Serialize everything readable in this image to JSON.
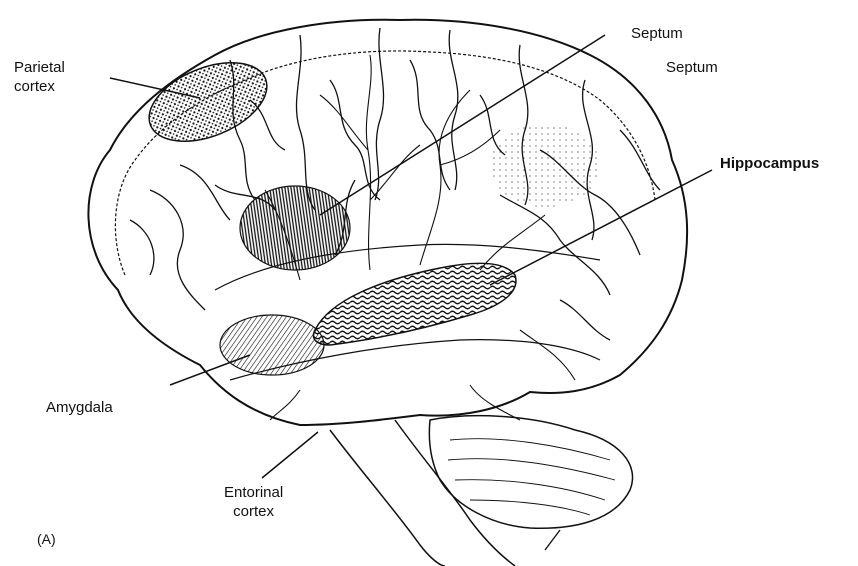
{
  "figure": {
    "panel_label": "(A)",
    "labels": {
      "parietal_cortex": [
        "Parietal",
        "cortex"
      ],
      "septum_top": "Septum",
      "septum_second": "Septum",
      "hippocampus": "Hippocampus",
      "amygdala": "Amygdala",
      "entorhinal_cortex": [
        "Entorinal",
        "cortex"
      ]
    }
  },
  "colors": {
    "ink": "#111111",
    "background": "#ffffff"
  }
}
